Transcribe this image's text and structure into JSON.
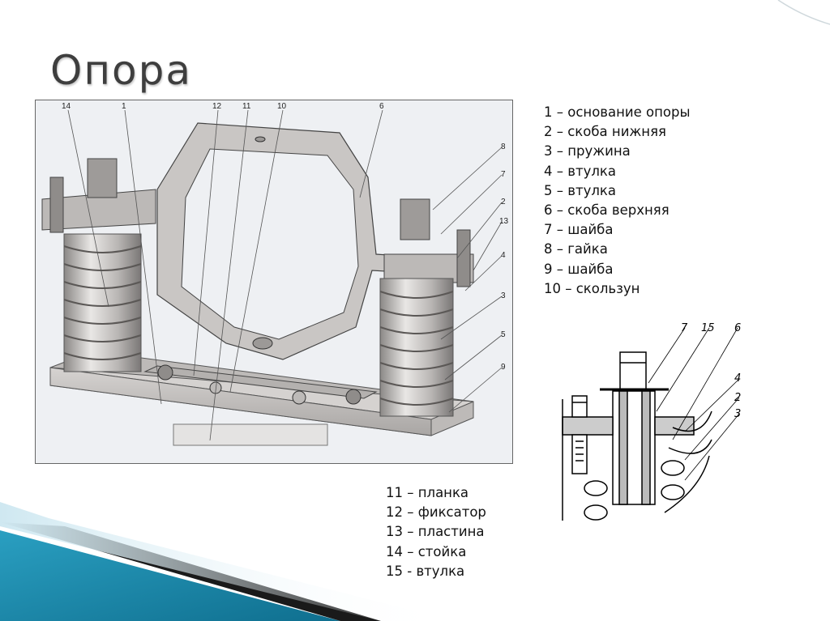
{
  "slide": {
    "title": "Опора",
    "legend_top": [
      "1 – основание опоры",
      "2 – скоба нижняя",
      "3 – пружина",
      "4 – втулка",
      "5 – втулка",
      "6 – скоба верхняя",
      "7 – шайба",
      "8 – гайка",
      "9 – шайба",
      "10 – скользун"
    ],
    "legend_bottom": [
      "11 – планка",
      "12 – фиксатор",
      "13 – пластина",
      "14 – стойка",
      "15 - втулка"
    ]
  },
  "drawing": {
    "callouts_top": [
      "14",
      "1",
      "12",
      "11",
      "10",
      "6"
    ],
    "callouts_right": [
      "8",
      "7",
      "2",
      "13",
      "4",
      "3",
      "5",
      "9"
    ]
  },
  "section": {
    "callouts": [
      "7",
      "15",
      "6",
      "4",
      "2",
      "3"
    ]
  },
  "colors": {
    "title": "#3e3e3e",
    "part_fill": "#c9c6c4",
    "accent_teal": "#1f8fb0"
  }
}
